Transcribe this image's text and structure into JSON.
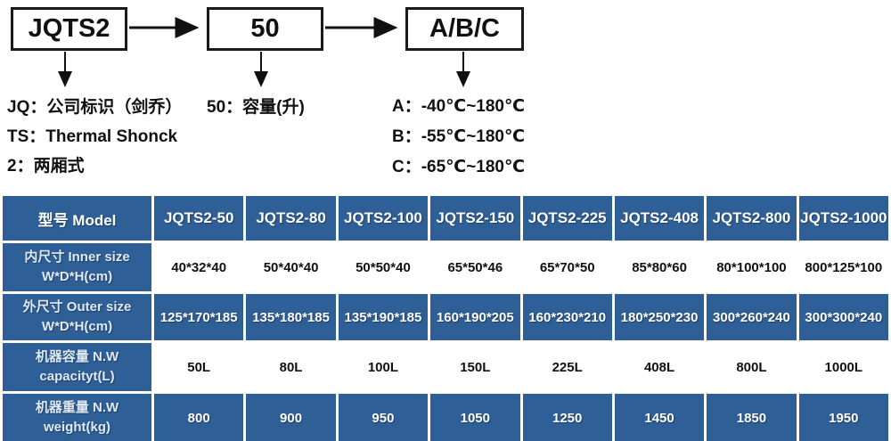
{
  "diagram": {
    "boxes": [
      {
        "label": "JQTS2"
      },
      {
        "label": "50"
      },
      {
        "label": "A/B/C"
      }
    ],
    "legend_left": [
      "JQ：公司标识（剑乔）",
      "TS：Thermal Shonck",
      "2：两厢式"
    ],
    "legend_mid": [
      "50：容量(升)"
    ],
    "legend_right": [
      "A：-40℃~180℃",
      "B：-55℃~180℃",
      "C：-65℃~180℃"
    ]
  },
  "table": {
    "header_label": "型号 Model",
    "models": [
      "JQTS2-50",
      "JQTS2-80",
      "JQTS2-100",
      "JQTS2-150",
      "JQTS2-225",
      "JQTS2-408",
      "JQTS2-800",
      "JQTS2-1000"
    ],
    "rows": [
      {
        "label_zh": "内尺寸 Inner size",
        "label_en": "W*D*H(cm)",
        "values": [
          "40*32*40",
          "50*40*40",
          "50*50*40",
          "65*50*46",
          "65*70*50",
          "85*80*60",
          "80*100*100",
          "800*125*100"
        ]
      },
      {
        "label_zh": "外尺寸 Outer size",
        "label_en": "W*D*H(cm)",
        "values": [
          "125*170*185",
          "135*180*185",
          "135*190*185",
          "160*190*205",
          "160*230*210",
          "180*250*230",
          "300*260*240",
          "300*300*240"
        ]
      },
      {
        "label_zh": "机器容量 N.W",
        "label_en": "capacityt(L)",
        "values": [
          "50L",
          "80L",
          "100L",
          "150L",
          "225L",
          "408L",
          "800L",
          "1000L"
        ]
      },
      {
        "label_zh": "机器重量 N.W",
        "label_en": "weight(kg)",
        "values": [
          "800",
          "900",
          "950",
          "1050",
          "1250",
          "1450",
          "1850",
          "1950"
        ]
      }
    ]
  },
  "colors": {
    "table_blue": "#2e5f96",
    "label_text": "#dfe9f6",
    "line_black": "#111111"
  }
}
